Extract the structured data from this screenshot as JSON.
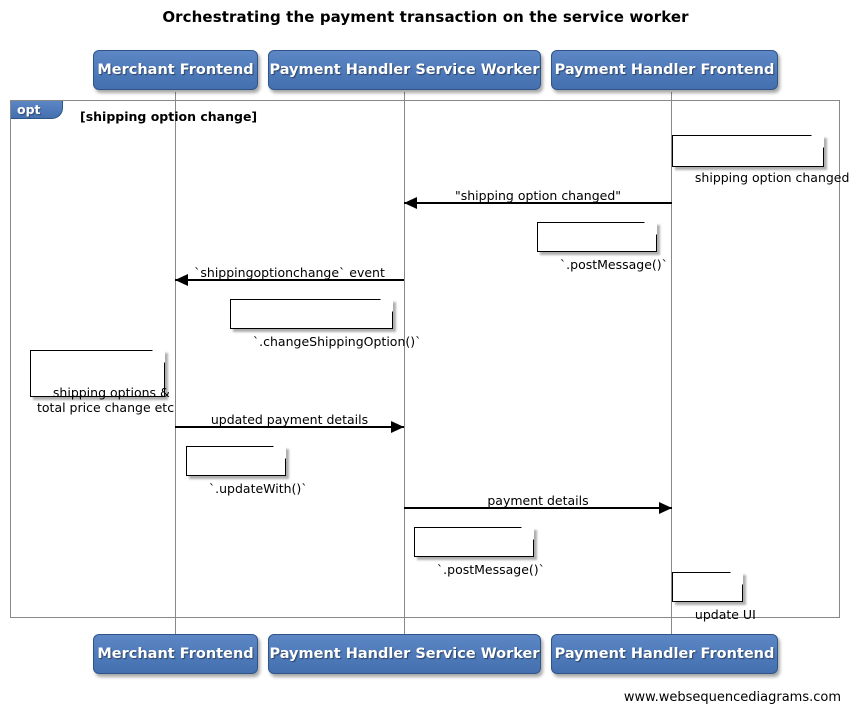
{
  "diagram": {
    "title": "Orchestrating the payment transaction on the service worker",
    "footer": "www.websequencediagrams.com",
    "accent_color": "#4c77b8",
    "line_color": "#888888",
    "arrow_color": "#000000"
  },
  "actors": [
    {
      "id": "merchant-frontend",
      "label": "Merchant Frontend"
    },
    {
      "id": "payment-handler-service-worker",
      "label": "Payment Handler Service Worker"
    },
    {
      "id": "payment-handler-frontend",
      "label": "Payment Handler Frontend"
    }
  ],
  "fragment": {
    "type": "opt",
    "tab_label": "opt",
    "guard": "[shipping option change]"
  },
  "messages": [
    {
      "id": "msg-shipping-option-changed",
      "label": "\"shipping option changed\"",
      "from": "payment-handler-frontend",
      "to": "payment-handler-service-worker",
      "direction": "left"
    },
    {
      "id": "msg-shippingoptionchange-event",
      "label": "`shippingoptionchange` event",
      "from": "payment-handler-service-worker",
      "to": "merchant-frontend",
      "direction": "left"
    },
    {
      "id": "msg-updated-payment-details",
      "label": "updated payment details",
      "from": "merchant-frontend",
      "to": "payment-handler-service-worker",
      "direction": "right"
    },
    {
      "id": "msg-payment-details",
      "label": "payment details",
      "from": "payment-handler-service-worker",
      "to": "payment-handler-frontend",
      "direction": "right"
    }
  ],
  "notes": [
    {
      "id": "note-shipping-option-changed",
      "text": "shipping option changed",
      "actor": "payment-handler-frontend"
    },
    {
      "id": "note-post-message-1",
      "text": "`.postMessage()`",
      "actor": "payment-handler-service-worker"
    },
    {
      "id": "note-change-shipping-option",
      "text": "`.changeShippingOption()`",
      "actor": "payment-handler-service-worker"
    },
    {
      "id": "note-shipping-options-total-price",
      "text": "shipping options &\ntotal price change etc",
      "actor": "merchant-frontend"
    },
    {
      "id": "note-update-with",
      "text": "`.updateWith()`",
      "actor": "merchant-frontend"
    },
    {
      "id": "note-post-message-2",
      "text": "`.postMessage()`",
      "actor": "payment-handler-service-worker"
    },
    {
      "id": "note-update-ui",
      "text": "update UI",
      "actor": "payment-handler-frontend"
    }
  ]
}
